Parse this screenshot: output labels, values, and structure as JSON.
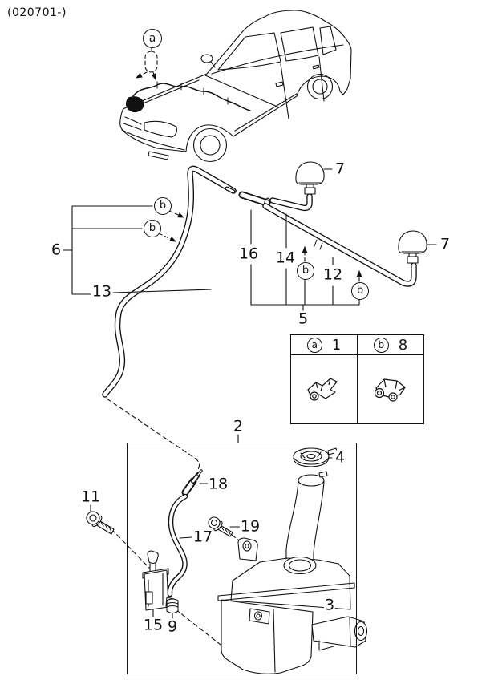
{
  "header": {
    "code": "(020701-)"
  },
  "labels": {
    "n2": "2",
    "n3": "3",
    "n4": "4",
    "n5": "5",
    "n6": "6",
    "n7": "7",
    "n9": "9",
    "n11": "11",
    "n12": "12",
    "n13": "13",
    "n14": "14",
    "n15": "15",
    "n16": "16",
    "n17": "17",
    "n18": "18",
    "n19": "19"
  },
  "markers": {
    "a": "a",
    "b": "b"
  },
  "legend": {
    "items": [
      {
        "letter": "a",
        "qty": "1",
        "icon": "hose-clip-icon"
      },
      {
        "letter": "b",
        "qty": "8",
        "icon": "hose-clamp-icon"
      }
    ]
  },
  "colors": {
    "line": "#111111",
    "background": "#ffffff"
  }
}
